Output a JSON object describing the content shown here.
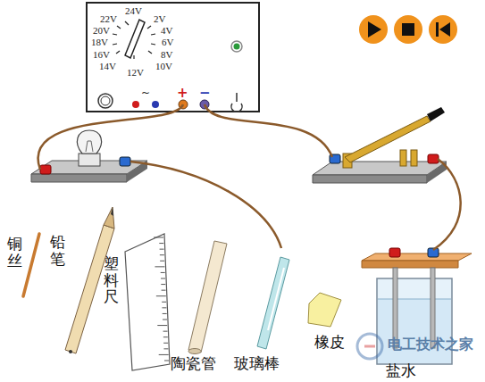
{
  "diagram": {
    "labels": [
      "24V",
      "22V",
      "2V",
      "20V",
      "4V",
      "18V",
      "6V",
      "16V",
      "8V",
      "14V",
      "10V",
      "12V",
      "~",
      "+",
      "−",
      "铜丝",
      "铅笔",
      "塑料尺",
      "陶瓷管",
      "玻璃棒",
      "橡皮",
      "盐水",
      "电工技术之家"
    ]
  }
}
